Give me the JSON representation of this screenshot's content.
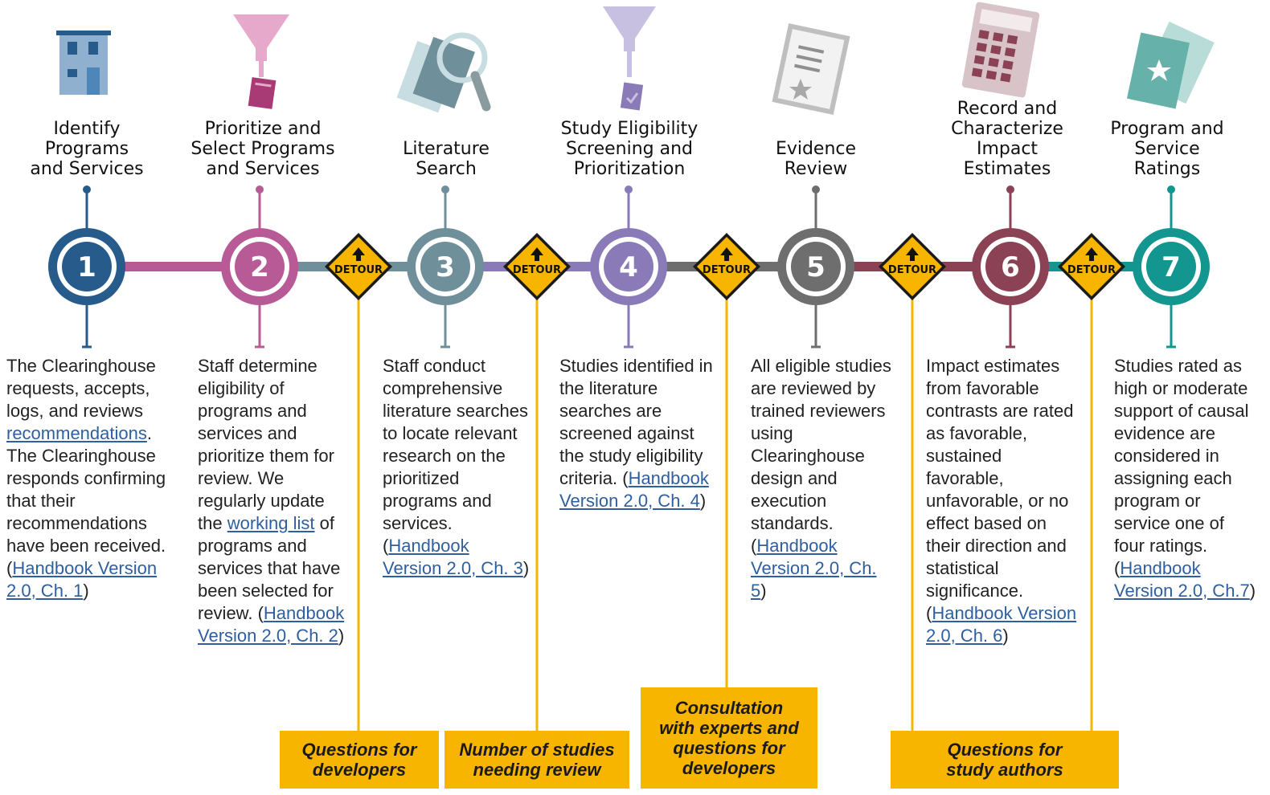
{
  "colors": {
    "step1": "#275b8c",
    "step2": "#b85a96",
    "step3": "#6f8f9a",
    "step4": "#8a7ab8",
    "step5": "#6e6e6e",
    "step6": "#8a4254",
    "step7": "#13968f",
    "detour": "#f7b500",
    "link": "#2f5f9e"
  },
  "steps": [
    {
      "number": "1",
      "title": "Identify\nPrograms\nand Services",
      "icon": "building-icon",
      "desc": "The Clearinghouse requests, accepts, logs, and reviews ",
      "link_inline": "recommendations",
      "desc2": ". The Clearinghouse responds confirming that their recommendations have been received. (",
      "link": "Handbook Version 2.0, Ch. 1",
      "desc_end": ")"
    },
    {
      "number": "2",
      "title": "Prioritize and\nSelect Programs\nand Services",
      "icon": "funnel-book-icon",
      "desc": "Staff determine eligibility of programs and services and prioritize them for review. We regularly update the ",
      "link_inline": "working list",
      "desc2": " of programs and services that have been selected for review. (",
      "link": "Handbook Version 2.0, Ch. 2",
      "desc_end": ")"
    },
    {
      "number": "3",
      "title": "Literature\nSearch",
      "icon": "magnifier-icon",
      "desc": "Staff conduct comprehensive literature searches to locate relevant research on the prioritized programs and services. (",
      "link": "Handbook Version 2.0, Ch. 3",
      "desc_end": ")"
    },
    {
      "number": "4",
      "title": "Study Eligibility\nScreening and\nPrioritization",
      "icon": "funnel-check-icon",
      "desc": "Studies identified in the literature searches are screened against the study eligibility criteria. (",
      "link": "Handbook Version 2.0, Ch. 4",
      "desc_end": ")"
    },
    {
      "number": "5",
      "title": "Evidence\nReview",
      "icon": "clipboard-icon",
      "desc": "All eligible studies are reviewed by trained reviewers using Clearinghouse design and execution standards. (",
      "link": "Handbook Version 2.0, Ch. 5",
      "desc_end": ")"
    },
    {
      "number": "6",
      "title": "Record and\nCharacterize\nImpact\nEstimates",
      "icon": "calculator-icon",
      "desc": "Impact estimates from favorable contrasts are rated as favorable, sustained favorable, unfavorable, or no effect based on their direction and statistical significance. (",
      "link": "Handbook Version 2.0, Ch. 6",
      "desc_end": ")"
    },
    {
      "number": "7",
      "title": "Program and\nService\nRatings",
      "icon": "star-documents-icon",
      "desc": "Studies rated as high or moderate support of causal evidence are considered in assigning each program or service one of four ratings. (",
      "link": "Handbook Version 2.0, Ch.7",
      "desc_end": ")"
    }
  ],
  "detour_label": "DETOUR",
  "callouts": [
    "Questions for\ndevelopers",
    "Number of studies\nneeding review",
    "Consultation\nwith experts and\nquestions for\ndevelopers",
    "Questions for\nstudy authors"
  ]
}
